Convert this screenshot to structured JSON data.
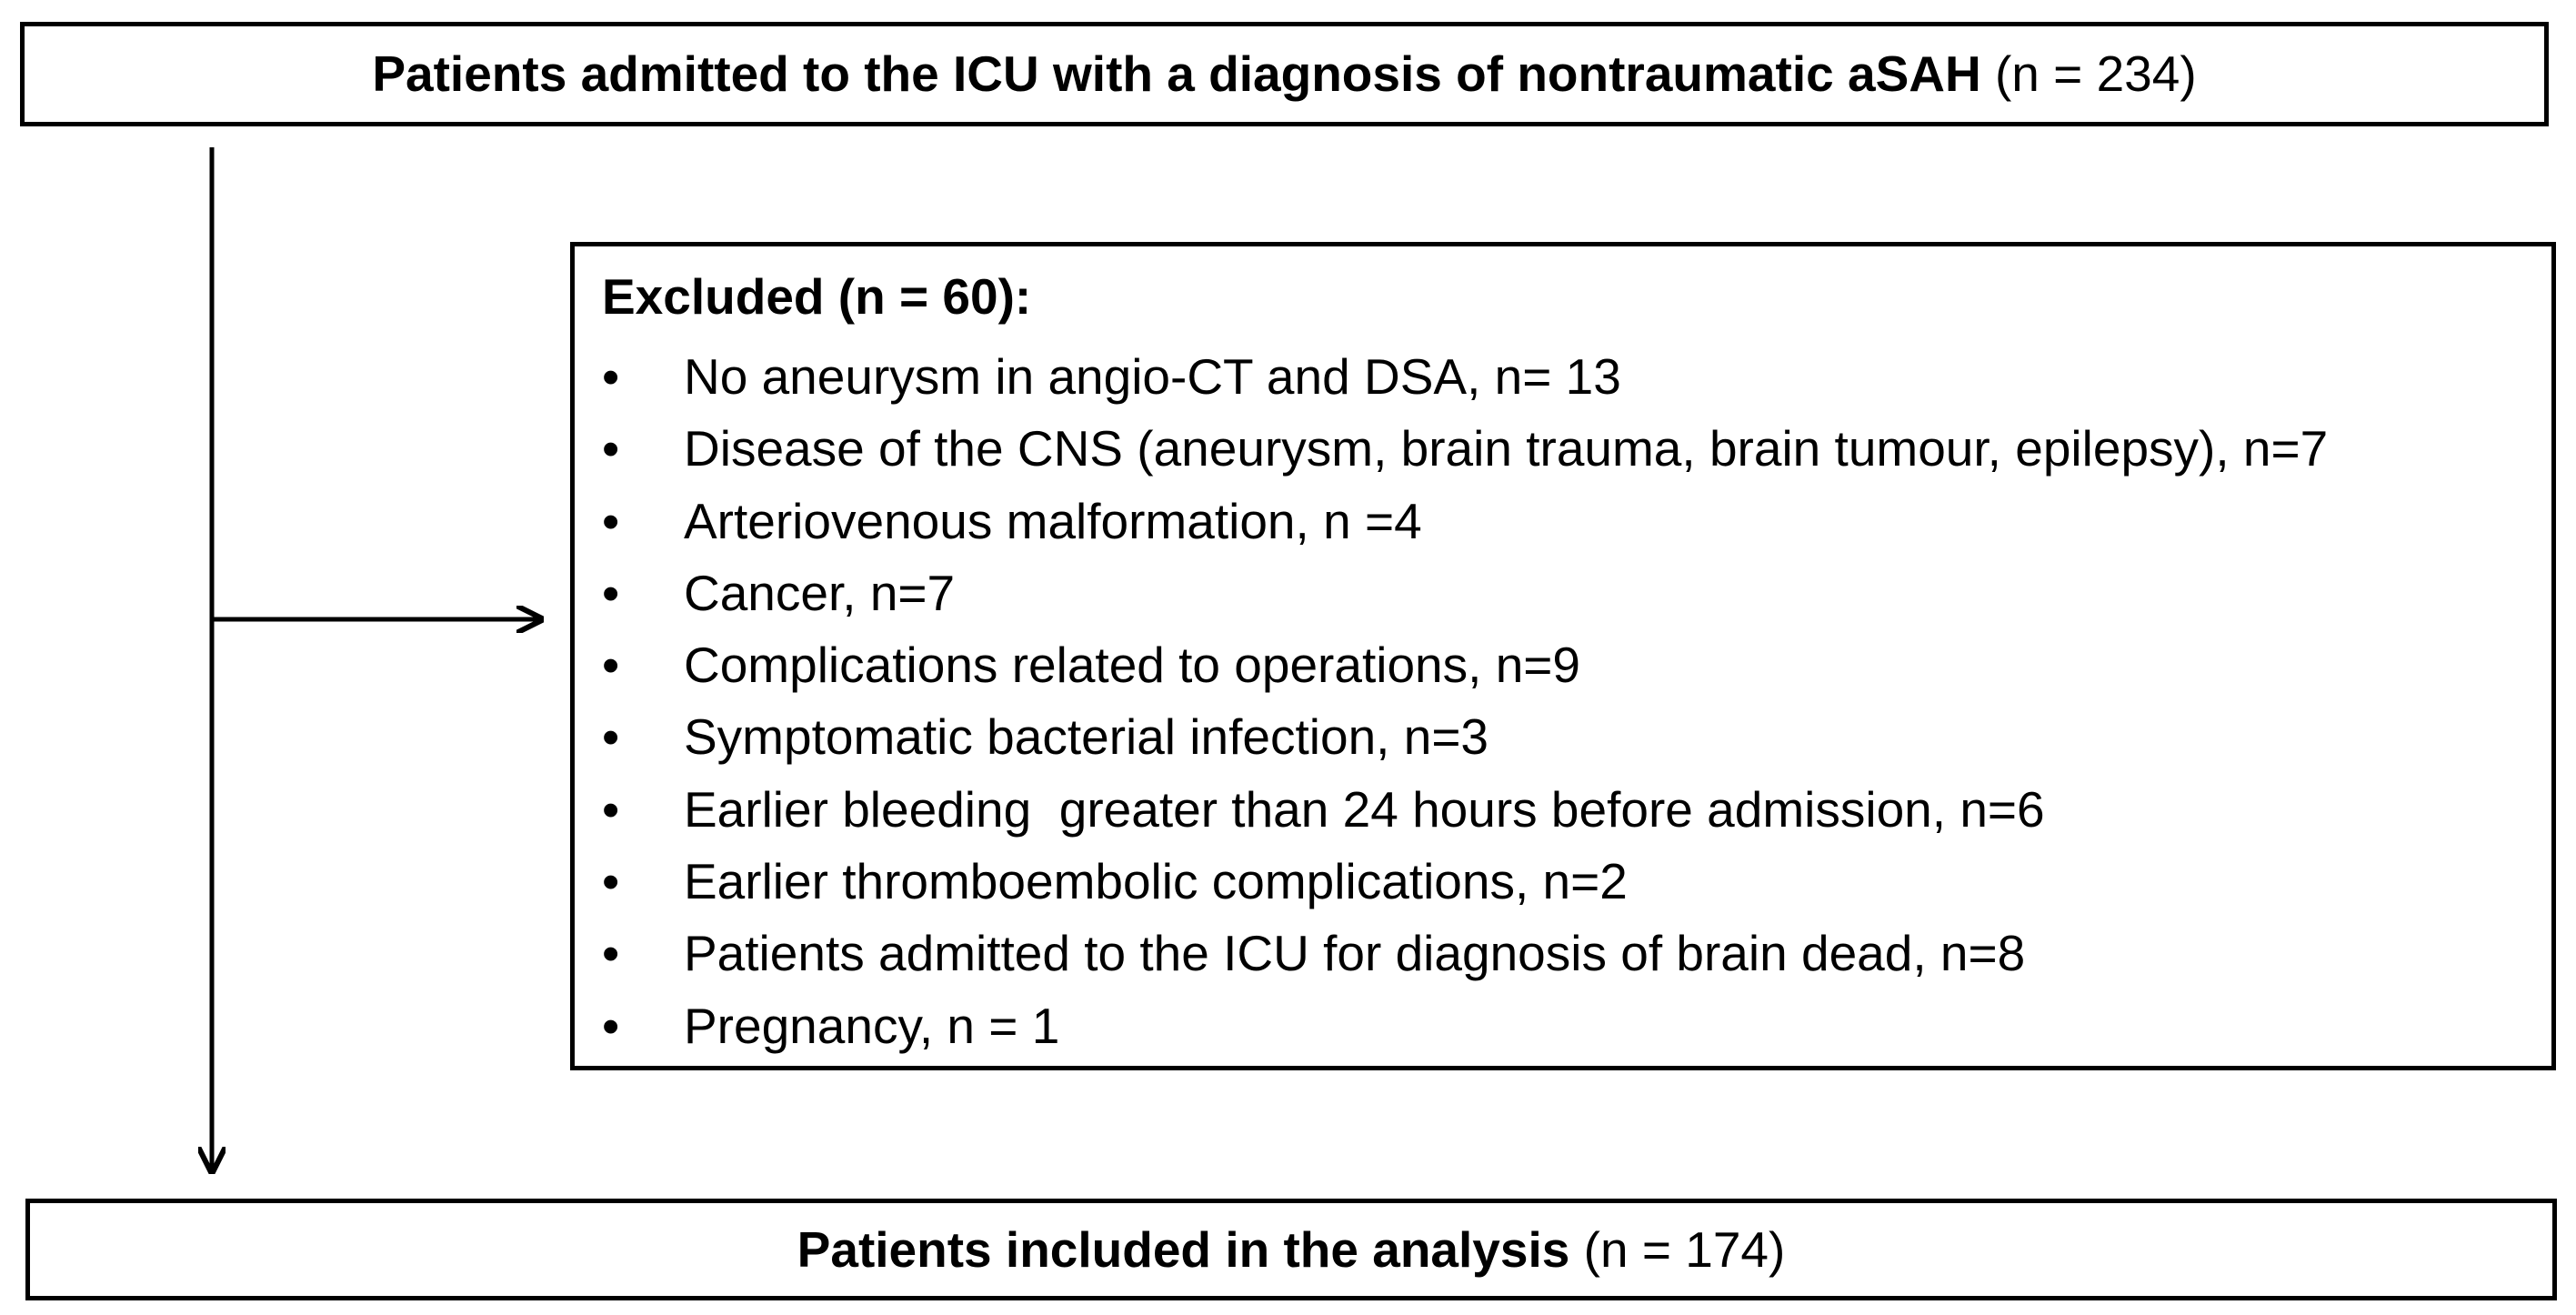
{
  "top_box": {
    "bold_text": "Patients admitted to the ICU with a diagnosis of nontraumatic aSAH",
    "count_text": " (n = 234)"
  },
  "excluded": {
    "title": "Excluded (n = 60):",
    "bullet": "•",
    "items": [
      "No aneurysm in angio-CT and DSA, n= 13",
      "Disease of the CNS (aneurysm, brain trauma, brain tumour, epilepsy), n=7",
      "Arteriovenous malformation, n =4",
      "Cancer, n=7",
      "Complications related to operations, n=9",
      "Symptomatic bacterial infection, n=3",
      "Earlier bleeding  greater than 24 hours before admission, n=6",
      "Earlier thromboembolic complications, n=2",
      "Patients admitted to the ICU for diagnosis of brain dead, n=8",
      "Pregnancy, n = 1"
    ]
  },
  "bottom_box": {
    "bold_text": "Patients included in the analysis",
    "count_text": " (n = 174)"
  }
}
